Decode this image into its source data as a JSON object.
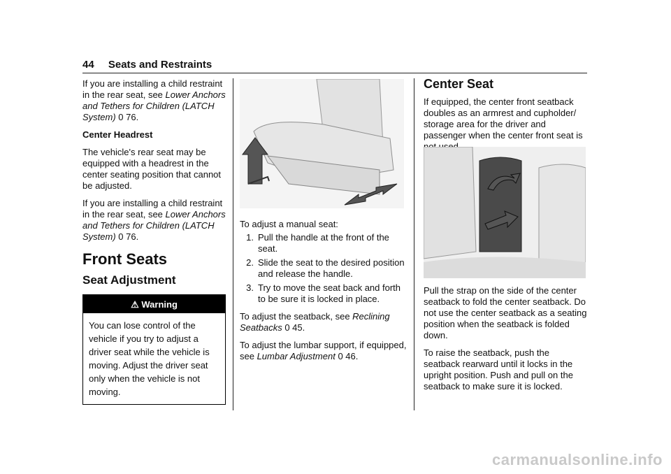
{
  "header": {
    "page_number": "44",
    "section": "Seats and Restraints"
  },
  "col1": {
    "p1_pre": "If you are installing a child restraint in the rear seat, see ",
    "p1_link": "Lower Anchors and Tethers for Children (LATCH System)",
    "p1_ref": "0 76.",
    "center_headrest": "Center Headrest",
    "p2": "The vehicle's rear seat may be equipped with a headrest in the center seating position that cannot be adjusted.",
    "p3_pre": "If you are installing a child restraint in the rear seat, see ",
    "p3_link": "Lower Anchors and Tethers for Children (LATCH System)",
    "p3_ref": "0 76.",
    "h_front_seats": "Front Seats",
    "h_seat_adjustment": "Seat Adjustment",
    "warning_title": "Warning",
    "warning_body": "You can lose control of the vehicle if you try to adjust a driver seat while the vehicle is moving. Adjust the driver seat only when the vehicle is not moving."
  },
  "col2": {
    "intro": "To adjust a manual seat:",
    "steps": [
      {
        "n": "1.",
        "text": "Pull the handle at the front of the seat."
      },
      {
        "n": "2.",
        "text": "Slide the seat to the desired position and release the handle."
      },
      {
        "n": "3.",
        "text": "Try to move the seat back and forth to be sure it is locked in place."
      }
    ],
    "p_seatback_pre": "To adjust the seatback, see ",
    "p_seatback_link": "Reclining Seatbacks",
    "p_seatback_ref": "0 45.",
    "p_lumbar_pre": "To adjust the lumbar support, if equipped, see ",
    "p_lumbar_link": "Lumbar Adjustment",
    "p_lumbar_ref": "0 46."
  },
  "col3": {
    "h_center_seat": "Center Seat",
    "p1": "If equipped, the center front seatback doubles as an armrest and cupholder/ storage area for the driver and passenger when the center front seat is not used.",
    "p2": "Pull the strap on the side of the center seatback to fold the center seatback. Do not use the center seatback as a seating position when the seatback is folded down.",
    "p3": "To raise the seatback, push the seatback rearward until it locks in the upright position. Push and pull on the seatback to make sure it is locked."
  },
  "watermark": "carmanualsonline.info"
}
